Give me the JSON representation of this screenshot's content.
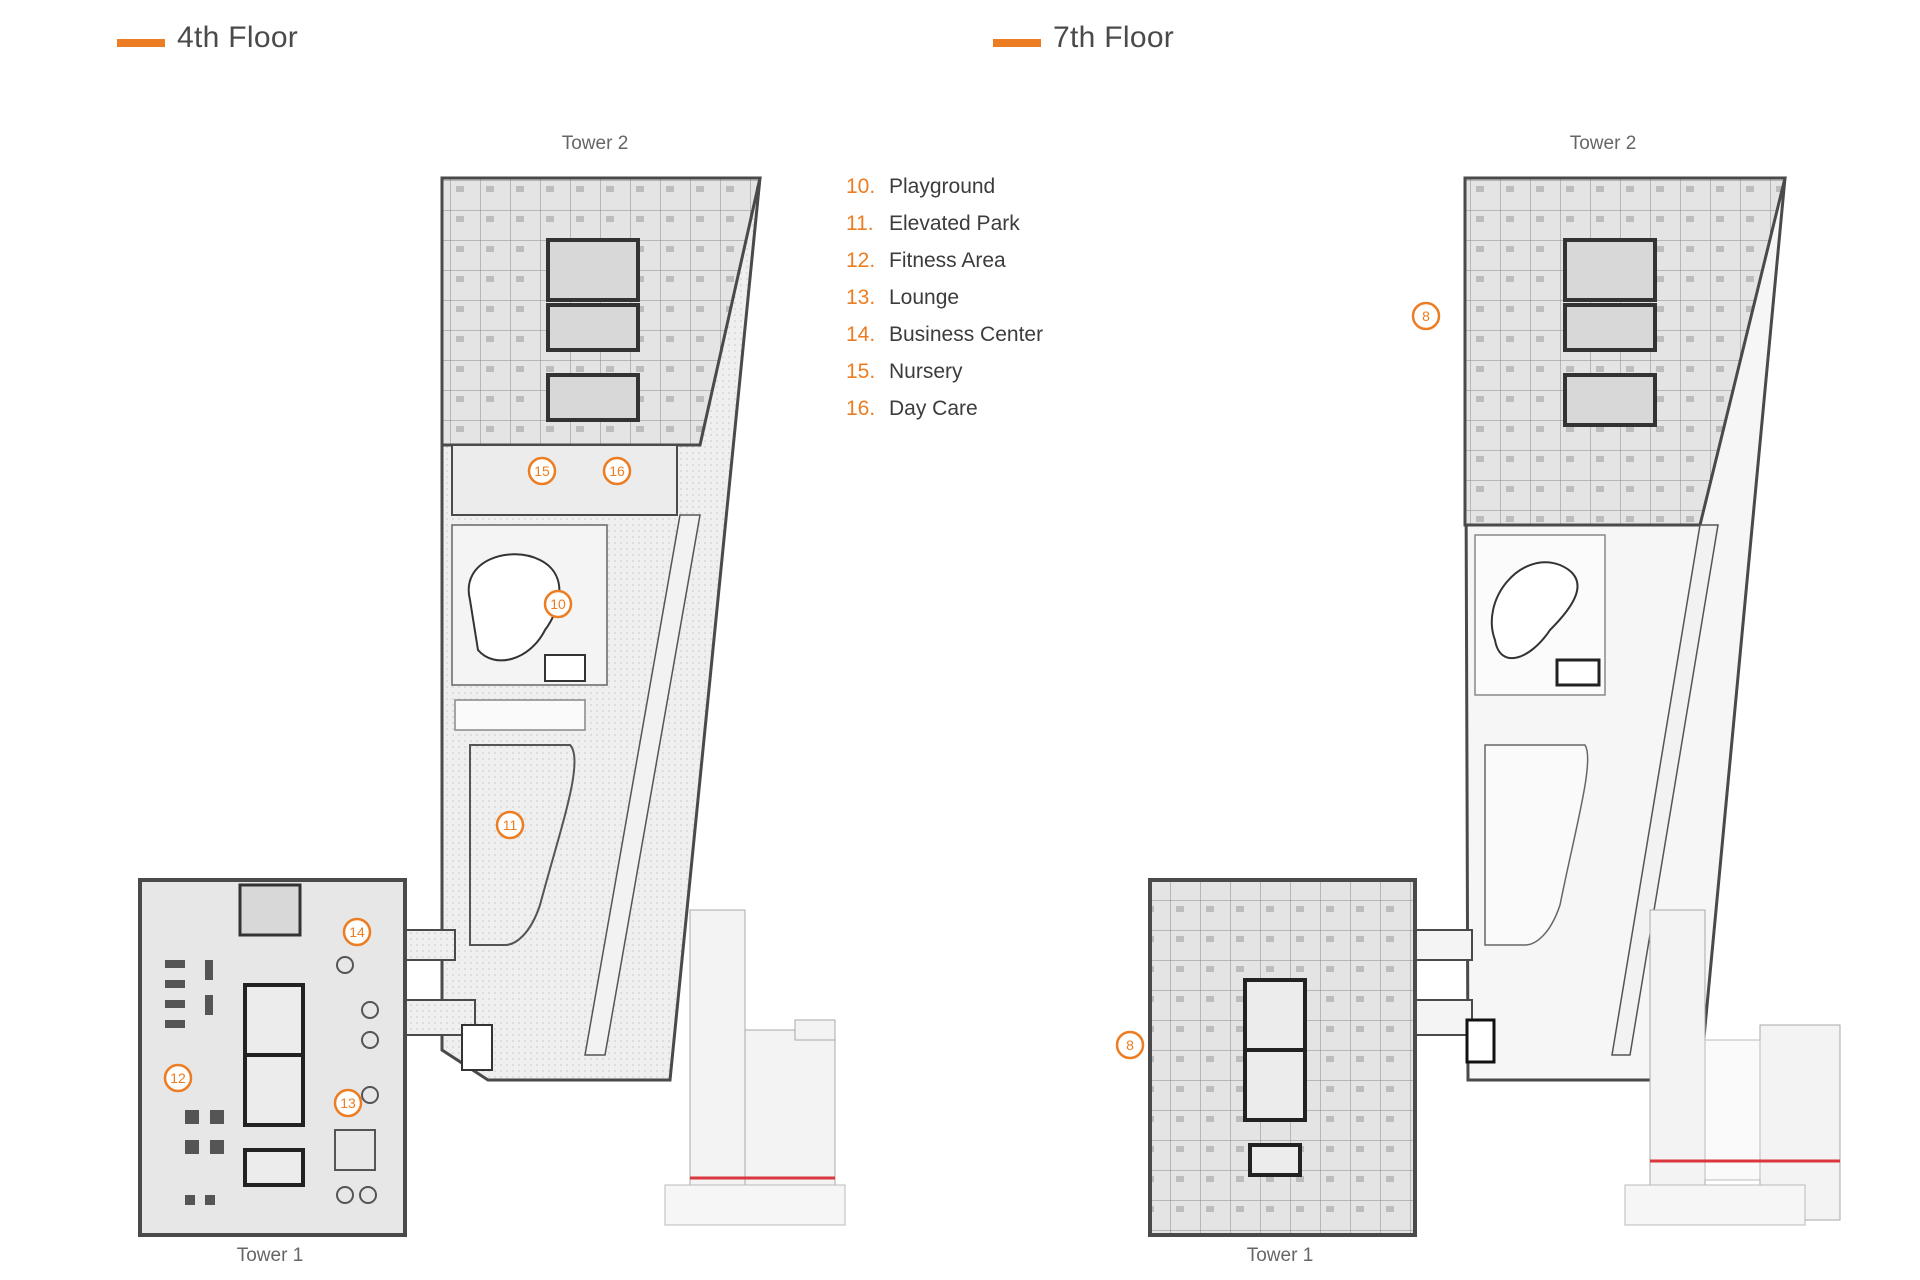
{
  "floors": [
    {
      "title": "4th Floor",
      "marker_color": "#ec7d22"
    },
    {
      "title": "7th Floor",
      "marker_color": "#ec7d22"
    }
  ],
  "tower_labels": {
    "floor4_tower2": "Tower 2",
    "floor4_tower1": "Tower 1",
    "floor7_tower2": "Tower 2",
    "floor7_tower1": "Tower 1"
  },
  "legend": [
    {
      "num": "10.",
      "label": "Playground"
    },
    {
      "num": "11.",
      "label": "Elevated Park"
    },
    {
      "num": "12.",
      "label": "Fitness Area"
    },
    {
      "num": "13.",
      "label": "Lounge"
    },
    {
      "num": "14.",
      "label": "Business Center"
    },
    {
      "num": "15.",
      "label": "Nursery"
    },
    {
      "num": "16.",
      "label": "Day Care"
    }
  ],
  "markers_floor4": [
    "15",
    "16",
    "10",
    "11",
    "14",
    "12",
    "13"
  ],
  "markers_floor7": [
    "8",
    "8"
  ],
  "colors": {
    "accent": "#ec7d22",
    "wall": "#4a4a4a",
    "floor": "#e6e6e6",
    "highlight": "#d9363e"
  }
}
